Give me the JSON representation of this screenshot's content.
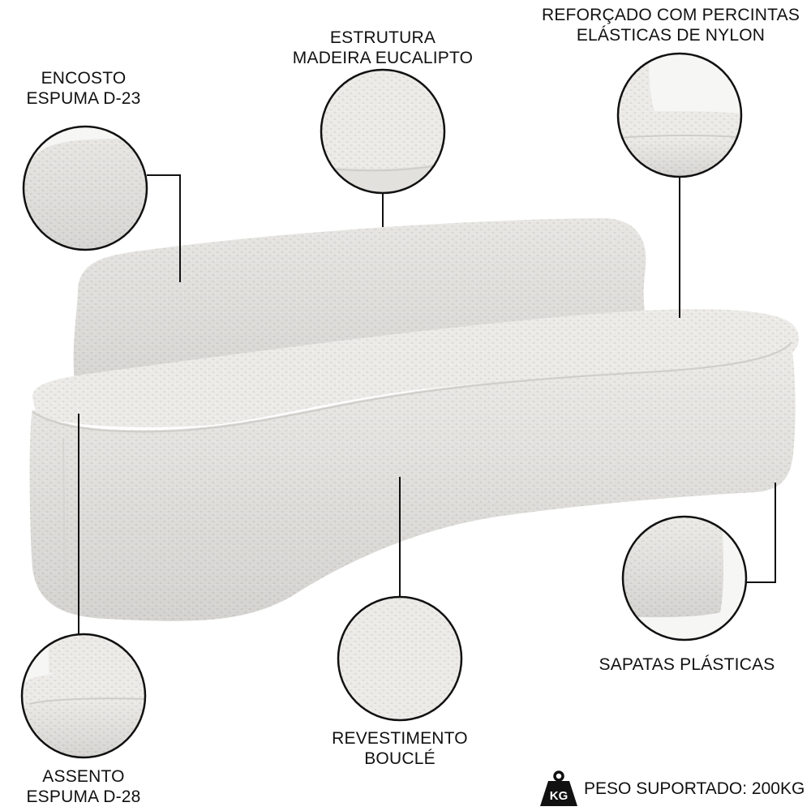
{
  "labels": {
    "encosto": [
      "ENCOSTO",
      "ESPUMA D-23"
    ],
    "estrutura": [
      "ESTRUTURA",
      "MADEIRA EUCALIPTO"
    ],
    "reforcado": [
      "REFORÇADO COM PERCINTAS",
      "ELÁSTICAS DE NYLON"
    ],
    "sapatas": [
      "SAPATAS PLÁSTICAS"
    ],
    "revestimento": [
      "REVESTIMENTO",
      "BOUCLÉ"
    ],
    "assento": [
      "ASSENTO",
      "ESPUMA D-28"
    ]
  },
  "weight": {
    "icon_text": "KG",
    "text": "PESO SUPORTADO: 200KG"
  },
  "colors": {
    "fabric": "#ecebe8",
    "fabric_shadow": "#d9d8d4",
    "line": "#111111"
  }
}
